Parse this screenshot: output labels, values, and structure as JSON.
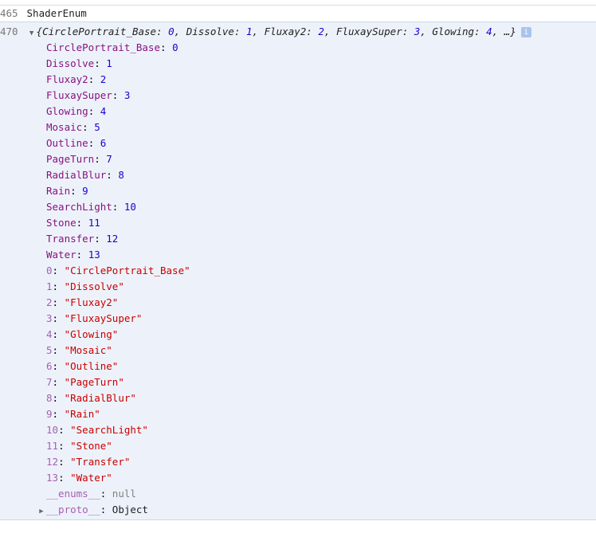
{
  "prev_entry": {
    "line": "465",
    "text": "ShaderEnum"
  },
  "entry": {
    "line": "470",
    "summary_open": "{",
    "summary_close": "…}",
    "info_icon": "i",
    "summary": [
      {
        "k": "CirclePortrait_Base",
        "v": "0"
      },
      {
        "k": "Dissolve",
        "v": "1"
      },
      {
        "k": "Fluxay2",
        "v": "2"
      },
      {
        "k": "FluxaySuper",
        "v": "3"
      },
      {
        "k": "Glowing",
        "v": "4"
      }
    ]
  },
  "properties": [
    {
      "k": "CirclePortrait_Base",
      "v": "0"
    },
    {
      "k": "Dissolve",
      "v": "1"
    },
    {
      "k": "Fluxay2",
      "v": "2"
    },
    {
      "k": "FluxaySuper",
      "v": "3"
    },
    {
      "k": "Glowing",
      "v": "4"
    },
    {
      "k": "Mosaic",
      "v": "5"
    },
    {
      "k": "Outline",
      "v": "6"
    },
    {
      "k": "PageTurn",
      "v": "7"
    },
    {
      "k": "RadialBlur",
      "v": "8"
    },
    {
      "k": "Rain",
      "v": "9"
    },
    {
      "k": "SearchLight",
      "v": "10"
    },
    {
      "k": "Stone",
      "v": "11"
    },
    {
      "k": "Transfer",
      "v": "12"
    },
    {
      "k": "Water",
      "v": "13"
    }
  ],
  "reverse": [
    {
      "k": "0",
      "v": "\"CirclePortrait_Base\""
    },
    {
      "k": "1",
      "v": "\"Dissolve\""
    },
    {
      "k": "2",
      "v": "\"Fluxay2\""
    },
    {
      "k": "3",
      "v": "\"FluxaySuper\""
    },
    {
      "k": "4",
      "v": "\"Glowing\""
    },
    {
      "k": "5",
      "v": "\"Mosaic\""
    },
    {
      "k": "6",
      "v": "\"Outline\""
    },
    {
      "k": "7",
      "v": "\"PageTurn\""
    },
    {
      "k": "8",
      "v": "\"RadialBlur\""
    },
    {
      "k": "9",
      "v": "\"Rain\""
    },
    {
      "k": "10",
      "v": "\"SearchLight\""
    },
    {
      "k": "11",
      "v": "\"Stone\""
    },
    {
      "k": "12",
      "v": "\"Transfer\""
    },
    {
      "k": "13",
      "v": "\"Water\""
    }
  ],
  "enums": {
    "k": "__enums__",
    "v": "null"
  },
  "proto": {
    "k": "__proto__",
    "v": "Object"
  }
}
